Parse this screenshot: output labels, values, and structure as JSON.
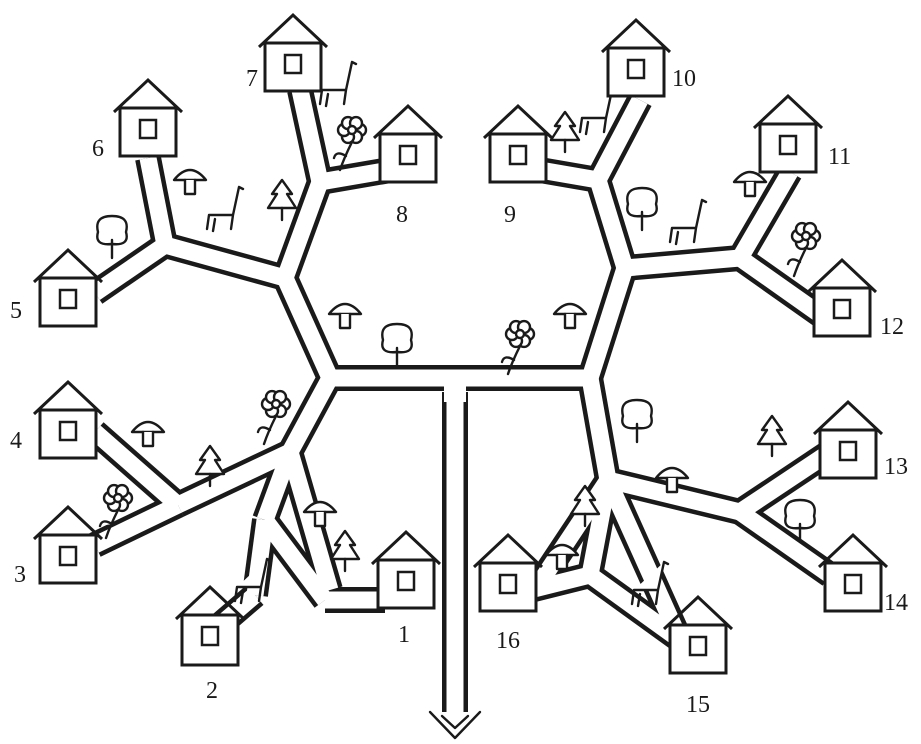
{
  "diagram": {
    "houses": [
      {
        "label": "1"
      },
      {
        "label": "2"
      },
      {
        "label": "3"
      },
      {
        "label": "4"
      },
      {
        "label": "5"
      },
      {
        "label": "6"
      },
      {
        "label": "7"
      },
      {
        "label": "8"
      },
      {
        "label": "9"
      },
      {
        "label": "10"
      },
      {
        "label": "11"
      },
      {
        "label": "12"
      },
      {
        "label": "13"
      },
      {
        "label": "14"
      },
      {
        "label": "15"
      },
      {
        "label": "16"
      }
    ],
    "decorations": [
      "mushroom-icon",
      "tree-icon",
      "spruce-icon",
      "flower-icon",
      "chair-icon"
    ],
    "exit": "arrow-icon"
  }
}
